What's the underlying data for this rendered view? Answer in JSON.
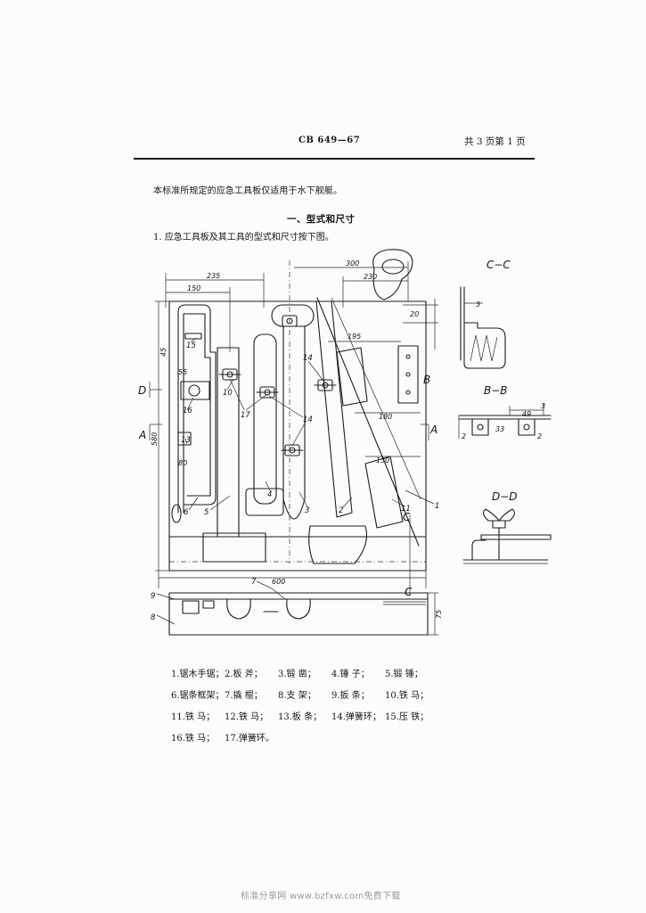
{
  "header": {
    "code": "CB 649—67",
    "page": "共 3 页第 1 页"
  },
  "body": {
    "intro": "本标准所规定的应急工具板仅适用于水下舰艇。",
    "section": "一、型式和尺寸",
    "clause": "1. 应急工具板及其工具的型式和尺寸按下图。"
  },
  "drawing": {
    "labels": [
      "235",
      "150",
      "300",
      "230",
      "20",
      "195",
      "180",
      "130",
      "600",
      "580",
      "45",
      "55",
      "80",
      "15",
      "13",
      "16",
      "10",
      "17",
      "14",
      "14",
      "B",
      "A",
      "A",
      "D",
      "C",
      "C",
      "1",
      "2",
      "3",
      "4",
      "5",
      "6",
      "7",
      "8",
      "9",
      "11",
      "75",
      "C−C",
      "3",
      "B−B",
      "49",
      "3",
      "33",
      "2",
      "2",
      "D−D"
    ]
  },
  "legend": {
    "rows": [
      [
        "1.锯木手锯；",
        "2.板 斧；",
        "3.锻 凿；",
        "4.锤 子；",
        "5.锻 锤；"
      ],
      [
        "6.锯条框架；",
        "7.撬 棍；",
        "8.支 架；",
        "9.扳 条；",
        "10.铁 马；"
      ],
      [
        "11.铁 马；",
        "12.铁 马；",
        "13.板 条；",
        "14.弹簧环；",
        "15.压 铁；"
      ],
      [
        "16.铁 马；",
        "17.弹簧环。"
      ]
    ]
  },
  "footer": "标准分享网 www.bzfxw.com免费下载"
}
